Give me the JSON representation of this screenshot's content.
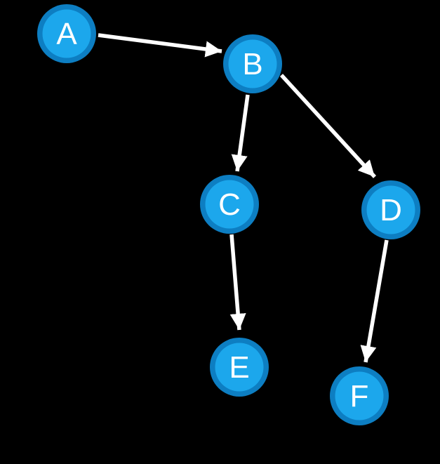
{
  "graph": {
    "title": "directed-graph",
    "nodes": [
      {
        "id": "A",
        "label": "A"
      },
      {
        "id": "B",
        "label": "B"
      },
      {
        "id": "C",
        "label": "C"
      },
      {
        "id": "D",
        "label": "D"
      },
      {
        "id": "E",
        "label": "E"
      },
      {
        "id": "F",
        "label": "F"
      }
    ],
    "edges": [
      {
        "from": "A",
        "to": "B"
      },
      {
        "from": "B",
        "to": "C"
      },
      {
        "from": "B",
        "to": "D"
      },
      {
        "from": "C",
        "to": "E"
      },
      {
        "from": "D",
        "to": "F"
      }
    ],
    "colors": {
      "background": "#000000",
      "node_fill": "#1ca7ec",
      "node_ring": "#0d7ec2",
      "edge": "#ffffff",
      "label": "#ffffff"
    }
  }
}
